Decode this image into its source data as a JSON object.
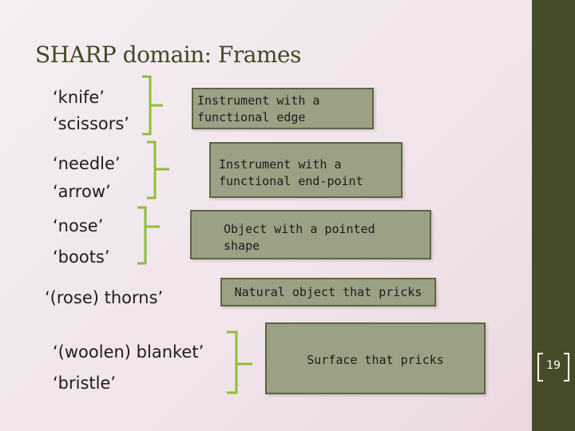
{
  "slide": {
    "title": "SHARP domain: Frames",
    "page_number": "19"
  },
  "groups": [
    {
      "words": [
        "‘knife’",
        "‘scissors’"
      ],
      "frame": "Instrument with a\nfunctional edge"
    },
    {
      "words": [
        "‘needle’",
        "‘arrow’"
      ],
      "frame": "Instrument with a\nfunctional end-point"
    },
    {
      "words": [
        "‘nose’",
        "‘boots’"
      ],
      "frame": "Object with a pointed\nshape"
    },
    {
      "words": [
        "‘(rose) thorns’"
      ],
      "frame": "Natural object that pricks"
    },
    {
      "words": [
        "‘(woolen) blanket’",
        "‘bristle’"
      ],
      "frame": "Surface that pricks"
    }
  ],
  "colors": {
    "title": "#3f4a23",
    "side_band": "#444d27",
    "bracket": "#8fbe3a",
    "box_fill": "#9aa184",
    "box_border": "#5d6543"
  }
}
